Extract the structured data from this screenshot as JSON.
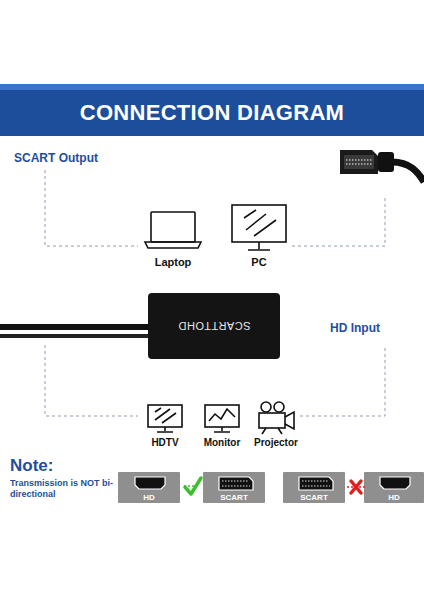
{
  "diagram": {
    "title": "CONNECTION DIAGRAM",
    "nodes": [
      {
        "text": [
          "SCARTTOHD"
        ]
      },
      {
        "text": [
          "HD"
        ]
      },
      {
        "text": [
          "SCART"
        ]
      },
      {
        "text": [
          "SCART"
        ]
      },
      {
        "text": [
          "HD"
        ]
      }
    ],
    "labels": [
      "SCART Output",
      "Laptop",
      "PC",
      "HD Input",
      "HDTV",
      "Monitor",
      "Projector",
      "Note:",
      "Transmission is NOT bi-directional"
    ]
  }
}
